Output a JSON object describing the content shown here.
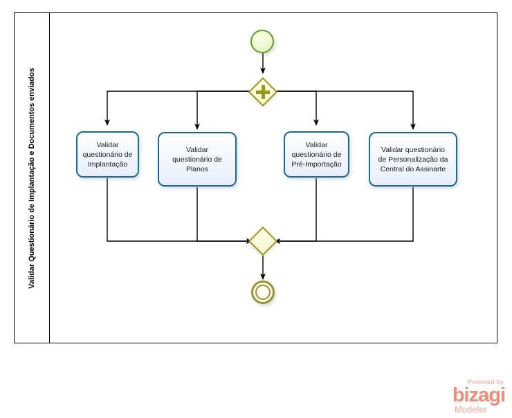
{
  "diagram": {
    "type": "bpmn-process",
    "pool": {
      "lane_title": "Validar Questionário de Implantação e Documentos enviados"
    },
    "events": [
      {
        "id": "start",
        "name": "start-event",
        "label": "",
        "shape": "circle-single-thin",
        "color": "#5e9e20"
      },
      {
        "id": "end",
        "name": "end-event",
        "label": "",
        "shape": "circle-double-thick",
        "color": "#9a9230"
      }
    ],
    "gateways": [
      {
        "id": "gw-split",
        "name": "parallel-gateway-split",
        "marker": "plus",
        "label": "",
        "color": "#9a9a18"
      },
      {
        "id": "gw-join",
        "name": "gateway-join",
        "marker": "none",
        "label": "",
        "color": "#9a9a18"
      }
    ],
    "tasks": [
      {
        "id": "t1",
        "lines": [
          "Validar",
          "questionário de",
          "Implantação"
        ]
      },
      {
        "id": "t2",
        "lines": [
          "Validar",
          "questionário de",
          "Planos"
        ]
      },
      {
        "id": "t3",
        "lines": [
          "Validar",
          "questionário de",
          "Pré-Importação"
        ]
      },
      {
        "id": "t4",
        "lines": [
          "Validar questionário",
          "de Personalização da",
          "Central do Assinarte"
        ]
      }
    ],
    "colors": {
      "task_border": "#14699e",
      "task_fill": "#eef2fc",
      "start_border": "#5e9e20",
      "gateway_border": "#9a9a18",
      "end_border": "#9a9230",
      "flow_line": "#000000",
      "pool_border": "#000000"
    }
  },
  "watermark": {
    "powered_by": "Powered by",
    "brand": "bizagi",
    "product": "Modeler",
    "color": "#f08c78"
  }
}
